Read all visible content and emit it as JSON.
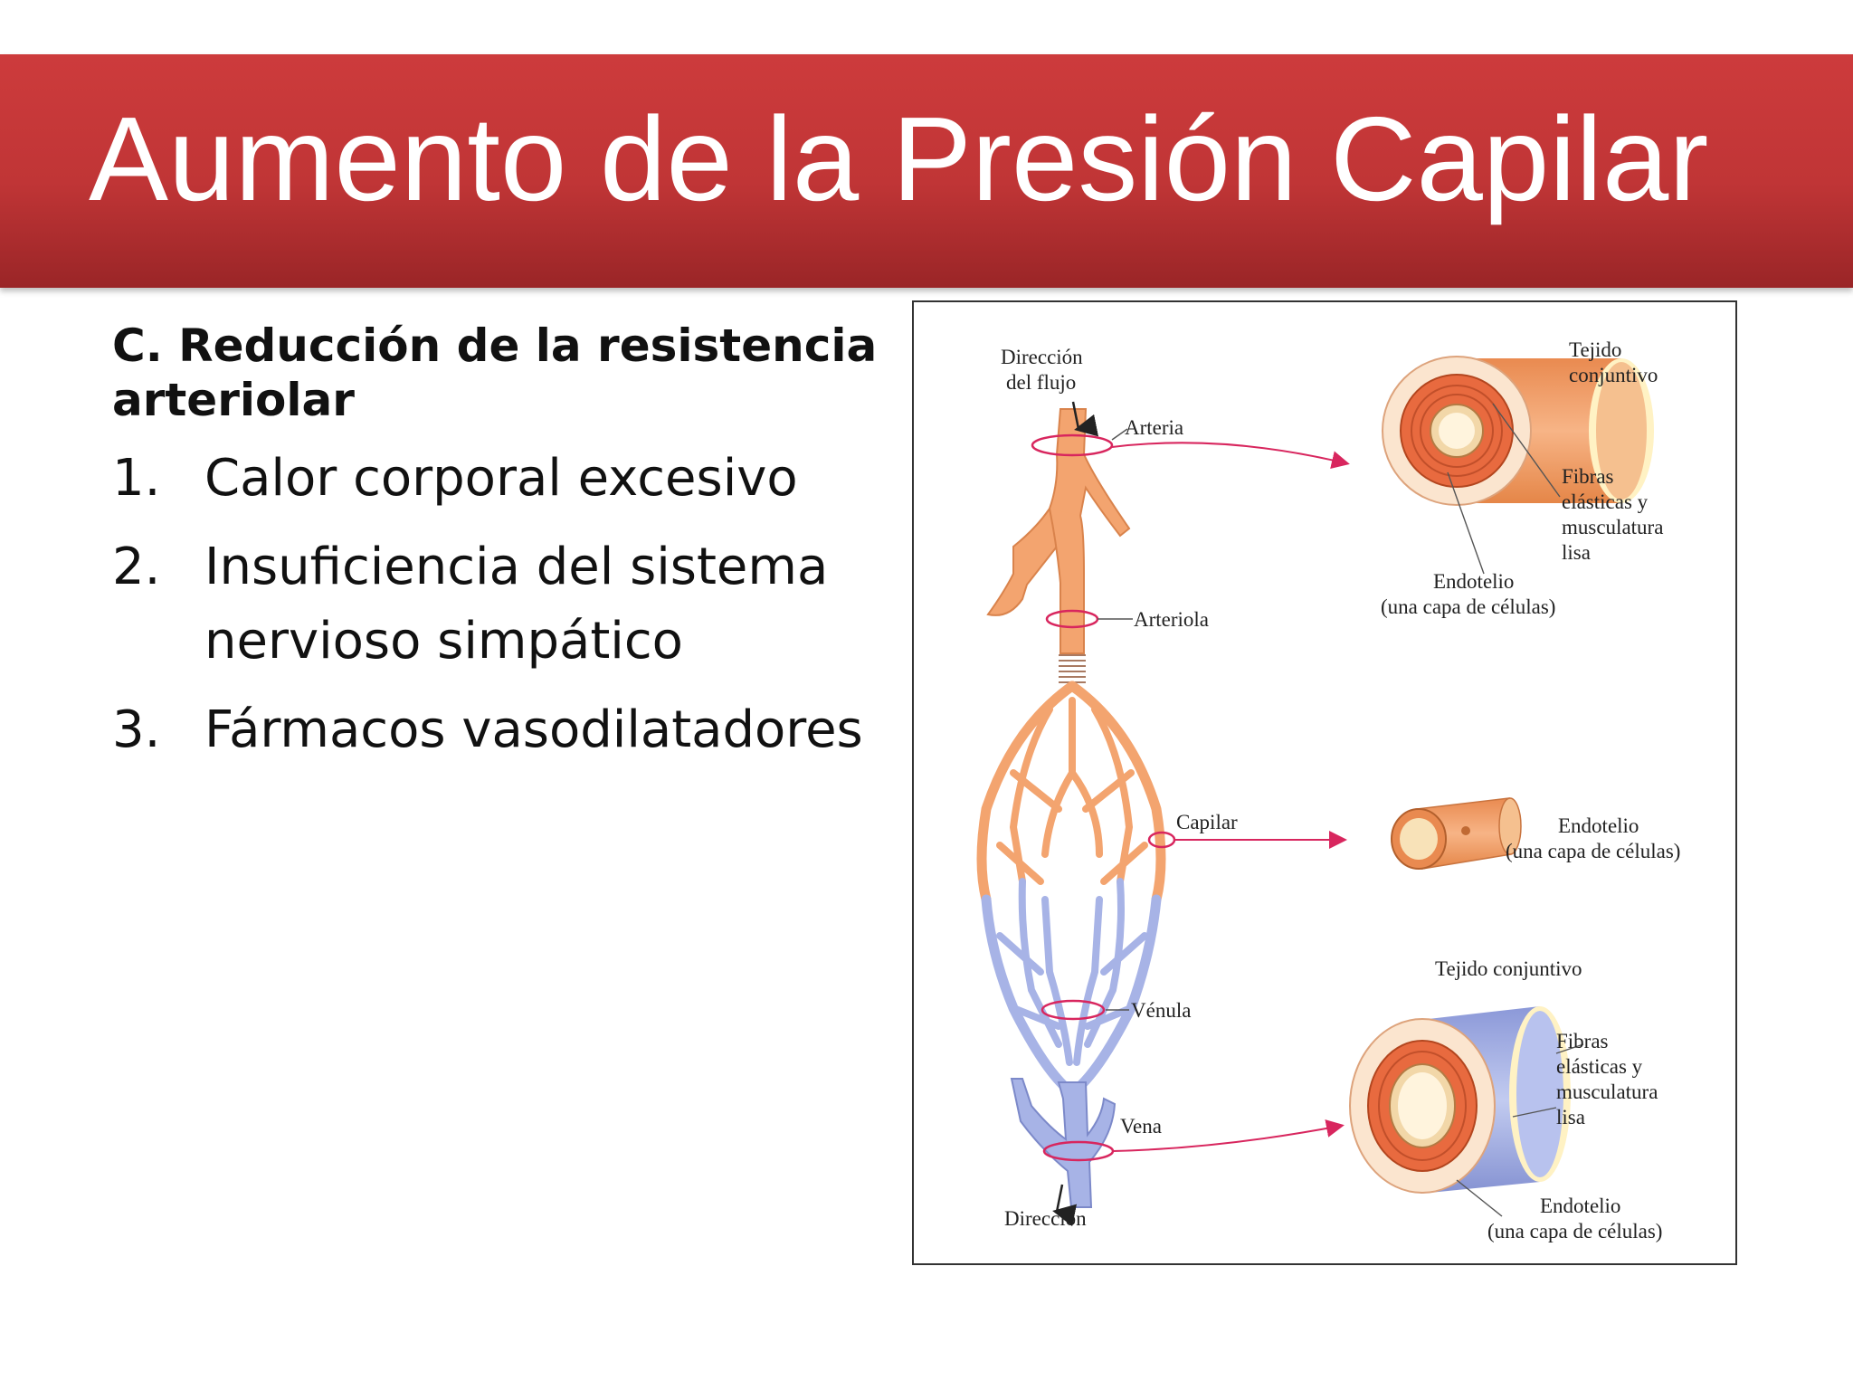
{
  "slide": {
    "title": "Aumento de la Presión Capilar",
    "subheading": "C. Reducción de la resistencia arteriolar",
    "items": [
      {
        "number": "1.",
        "text": "Calor corporal excesivo"
      },
      {
        "number": "2.",
        "text": "Insuficiencia del sistema nervioso simpático"
      },
      {
        "number": "3.",
        "text": "Fármacos vasodilatadores"
      }
    ]
  },
  "diagram": {
    "labels": {
      "flow_direction_1": "Dirección",
      "flow_direction_2": "del flujo",
      "artery": "Arteria",
      "arteriole": "Arteriola",
      "capillary": "Capilar",
      "venule": "Vénula",
      "vein": "Vena",
      "direction_bottom": "Dirección",
      "artery_connective_1": "Tejido",
      "artery_connective_2": "conjuntivo",
      "artery_fibers_1": "Fibras",
      "artery_fibers_2": "elásticas y",
      "artery_fibers_3": "musculatura",
      "artery_fibers_4": "lisa",
      "artery_endothelium_1": "Endotelio",
      "artery_endothelium_2": "(una capa de células)",
      "capillary_endothelium_1": "Endotelio",
      "capillary_endothelium_2": "(una capa de células)",
      "vein_connective": "Tejido conjuntivo",
      "vein_fibers_1": "Fibras",
      "vein_fibers_2": "elásticas y",
      "vein_fibers_3": "musculatura",
      "vein_fibers_4": "lisa",
      "vein_endothelium_1": "Endotelio",
      "vein_endothelium_2": "(una capa de células)"
    }
  },
  "colors": {
    "banner": "#c03536",
    "arterial": "#f3a46f",
    "venous": "#a7b3e6",
    "marker": "#d8265e"
  }
}
